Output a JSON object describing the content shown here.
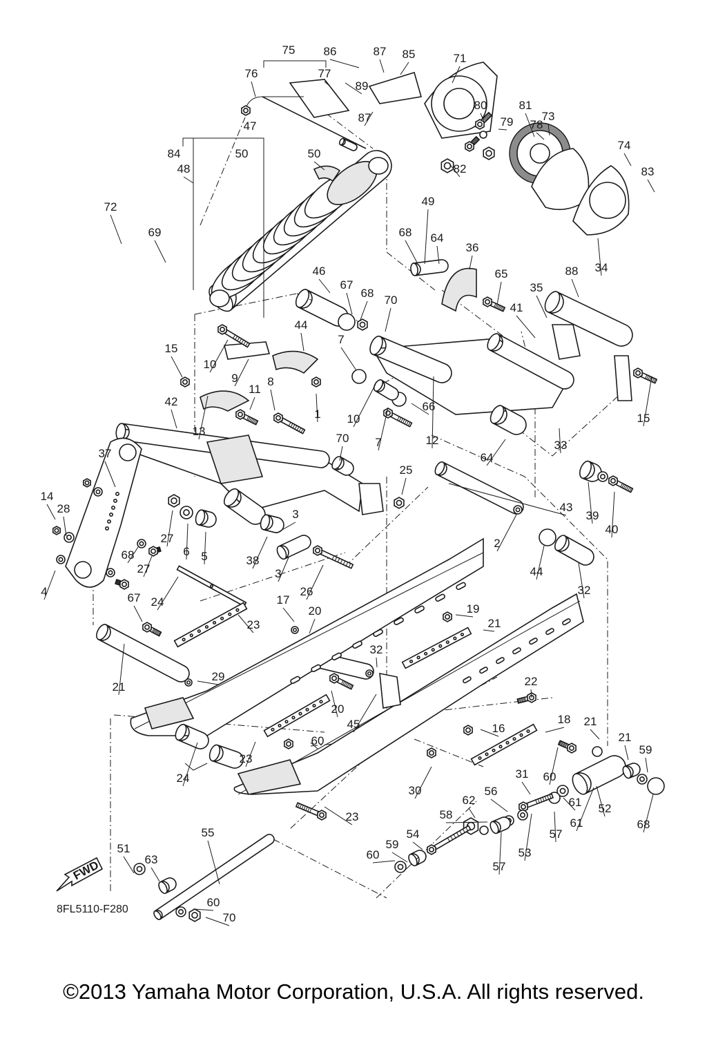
{
  "diagram": {
    "figure_code": "8FL5110-F280",
    "fwd_label": "FWD",
    "copyright": "©2013 Yamaha Motor Corporation, U.S.A. All rights reserved.",
    "callouts": [
      "75",
      "86",
      "87",
      "85",
      "71",
      "76",
      "77",
      "89",
      "80",
      "81",
      "73",
      "78",
      "87",
      "79",
      "47",
      "82",
      "74",
      "83",
      "84",
      "50",
      "50",
      "48",
      "49",
      "72",
      "69",
      "68",
      "64",
      "36",
      "34",
      "88",
      "46",
      "67",
      "68",
      "70",
      "65",
      "35",
      "41",
      "44",
      "7",
      "15",
      "10",
      "9",
      "11",
      "8",
      "66",
      "15",
      "42",
      "1",
      "10",
      "13",
      "7",
      "12",
      "33",
      "70",
      "64",
      "37",
      "25",
      "14",
      "28",
      "27",
      "6",
      "5",
      "3",
      "43",
      "39",
      "40",
      "38",
      "3",
      "2",
      "44",
      "68",
      "27",
      "26",
      "4",
      "32",
      "67",
      "24",
      "17",
      "20",
      "19",
      "23",
      "21",
      "21",
      "29",
      "32",
      "20",
      "22",
      "45",
      "16",
      "18",
      "21",
      "60",
      "23",
      "21",
      "59",
      "60",
      "24",
      "30",
      "23",
      "31",
      "56",
      "61",
      "52",
      "68",
      "62",
      "58",
      "61",
      "54",
      "53",
      "57",
      "55",
      "51",
      "60",
      "63",
      "59",
      "57",
      "60",
      "70"
    ]
  }
}
